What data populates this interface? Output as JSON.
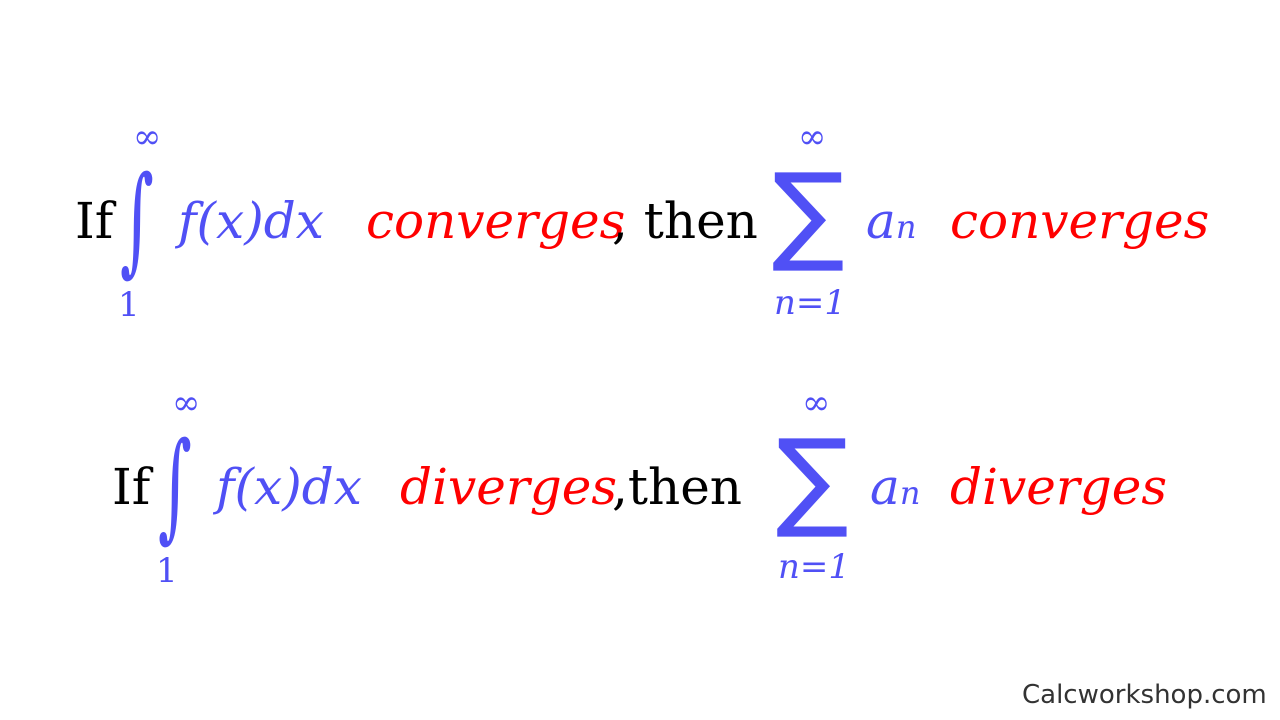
{
  "colors": {
    "text": "#000000",
    "math": "#5050f5",
    "emphasis": "#ff0000"
  },
  "rows": [
    {
      "if": "If",
      "integral_upper": "∞",
      "integral_lower": "1",
      "integrand": "f(x)dx",
      "condition": "converges",
      "then": ", then",
      "sum_upper": "∞",
      "sum_lower": "n=1",
      "term": "a",
      "term_sub": "n",
      "result": "converges"
    },
    {
      "if": "If",
      "integral_upper": "∞",
      "integral_lower": "1",
      "integrand": "f(x)dx",
      "condition": "diverges",
      "then": " ,then",
      "sum_upper": "∞",
      "sum_lower": "n=1",
      "term": "a",
      "term_sub": "n",
      "result": "diverges"
    }
  ],
  "footer": "Calcworkshop.com"
}
